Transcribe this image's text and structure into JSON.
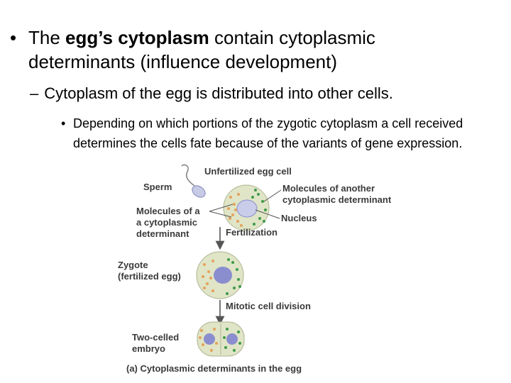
{
  "slide": {
    "bullet1": {
      "prefix": "The ",
      "bold": "egg’s cytoplasm",
      "suffix": " contain cytoplasmic determinants (influence development)"
    },
    "bullet2": "Cytoplasm of the egg is distributed into other cells.",
    "bullet3": "Depending on which portions of the zygotic cytoplasm a cell received  determines the cells fate because of the variants of gene expression."
  },
  "figure": {
    "unfertilized": "Unfertilized egg cell",
    "sperm": "Sperm",
    "molecules_another_1": "Molecules of another",
    "molecules_another_2": "cytoplasmic determinant",
    "molecules_a_1": "Molecules of a",
    "molecules_a_2": "a cytoplasmic",
    "molecules_a_3": "determinant",
    "nucleus": "Nucleus",
    "fertilization": "Fertilization",
    "zygote_1": "Zygote",
    "zygote_2": "(fertilized egg)",
    "mitotic": "Mitotic cell division",
    "twocell_1": "Two-celled",
    "twocell_2": "embryo",
    "caption": "(a) Cytoplasmic determinants in the egg"
  },
  "colors": {
    "cell_fill": "#dfe5c6",
    "orange_dot": "#e6a15a",
    "green_dot": "#3e9a4a",
    "nucleus": "#8a8ecf",
    "arrow": "#555555"
  }
}
